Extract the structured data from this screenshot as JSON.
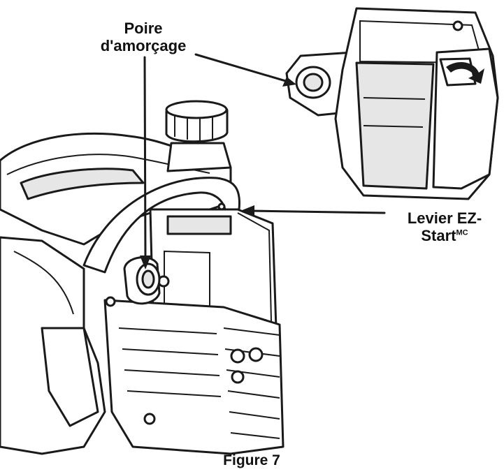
{
  "labels": {
    "primer_bulb": "Poire\nd'amorçage",
    "ez_start_line1": "Levier EZ-",
    "ez_start_line2": "Start",
    "ez_start_mark": "MC",
    "figure": "Figure 7"
  },
  "icons": {
    "rotation_arrow": "curved-arrow-icon"
  }
}
